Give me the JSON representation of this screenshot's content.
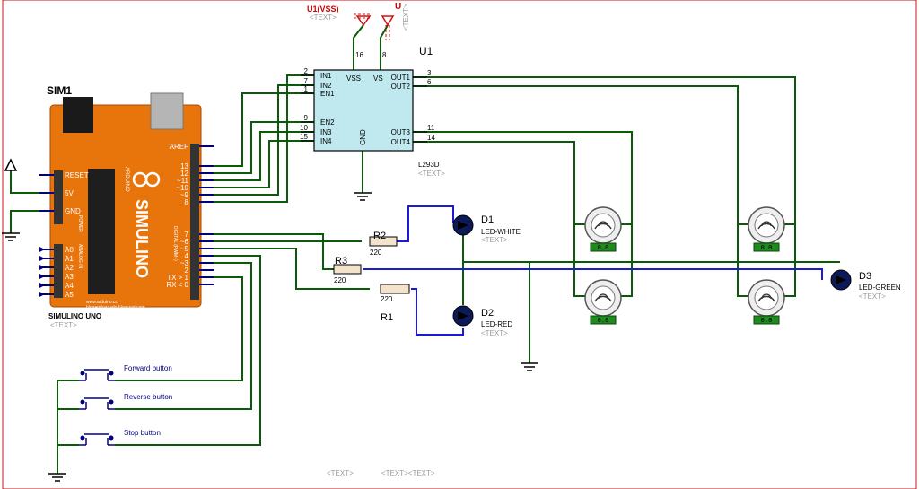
{
  "sim1": {
    "ref": "SIM1",
    "name": "SIMULINO UNO",
    "text_placeholder": "<TEXT>",
    "board_title": "SIMULINO",
    "board_url": "www.arduino.cc",
    "board_url2": "blogembarcado.blogspot.com",
    "power_pins": [
      "RESET",
      "5V",
      "GND"
    ],
    "power_label": "POWER",
    "analog_pins": [
      "A0",
      "A1",
      "A2",
      "A3",
      "A4",
      "A5"
    ],
    "analog_label": "ANALOG IN",
    "digital_pins": [
      "AREF",
      "13",
      "12",
      "~11",
      "~10",
      "~9",
      "8",
      "7",
      "~6",
      "~5",
      "4",
      "~3",
      "2",
      "TX > 1",
      "RX < 0"
    ],
    "digital_label": "DIGITAL (PWM~)",
    "arduino_label": "ARDUINO"
  },
  "u1": {
    "ref": "U1",
    "part": "L293D",
    "text_placeholder": "<TEXT>",
    "left_pins": [
      {
        "num": "2",
        "name": "IN1"
      },
      {
        "num": "7",
        "name": "IN2"
      },
      {
        "num": "1",
        "name": "EN1"
      },
      {
        "num": "9",
        "name": "EN2"
      },
      {
        "num": "10",
        "name": "IN3"
      },
      {
        "num": "15",
        "name": "IN4"
      }
    ],
    "right_pins": [
      {
        "num": "3",
        "name": "OUT1"
      },
      {
        "num": "6",
        "name": "OUT2"
      },
      {
        "num": "11",
        "name": "OUT3"
      },
      {
        "num": "14",
        "name": "OUT4"
      }
    ],
    "top_pins": [
      {
        "num": "16",
        "name": "VSS"
      },
      {
        "num": "8",
        "name": "VS"
      }
    ],
    "gnd_pin": "GND"
  },
  "power": {
    "vss_label": "U1(VSS)",
    "vss_text": "<TEXT>",
    "vs_label": "U",
    "vs_text": "<TEXT>"
  },
  "leds": [
    {
      "ref": "D1",
      "name": "LED-WHITE",
      "text": "<TEXT>"
    },
    {
      "ref": "D2",
      "name": "LED-RED",
      "text": "<TEXT>"
    },
    {
      "ref": "D3",
      "name": "LED-GREEN",
      "text": "<TEXT>"
    }
  ],
  "resistors": [
    {
      "ref": "R2",
      "value": "220"
    },
    {
      "ref": "R3",
      "value": "220"
    },
    {
      "ref": "R1",
      "value": "220"
    }
  ],
  "buttons": [
    {
      "label": "Forward button"
    },
    {
      "label": "Reverse button"
    },
    {
      "label": "Stop button"
    }
  ],
  "motors": [
    {
      "readout": "0.0"
    },
    {
      "readout": "0.0"
    },
    {
      "readout": "0.0"
    },
    {
      "readout": "0.0"
    }
  ],
  "footer_texts": [
    "<TEXT>",
    "<TEXT><TEXT>"
  ]
}
